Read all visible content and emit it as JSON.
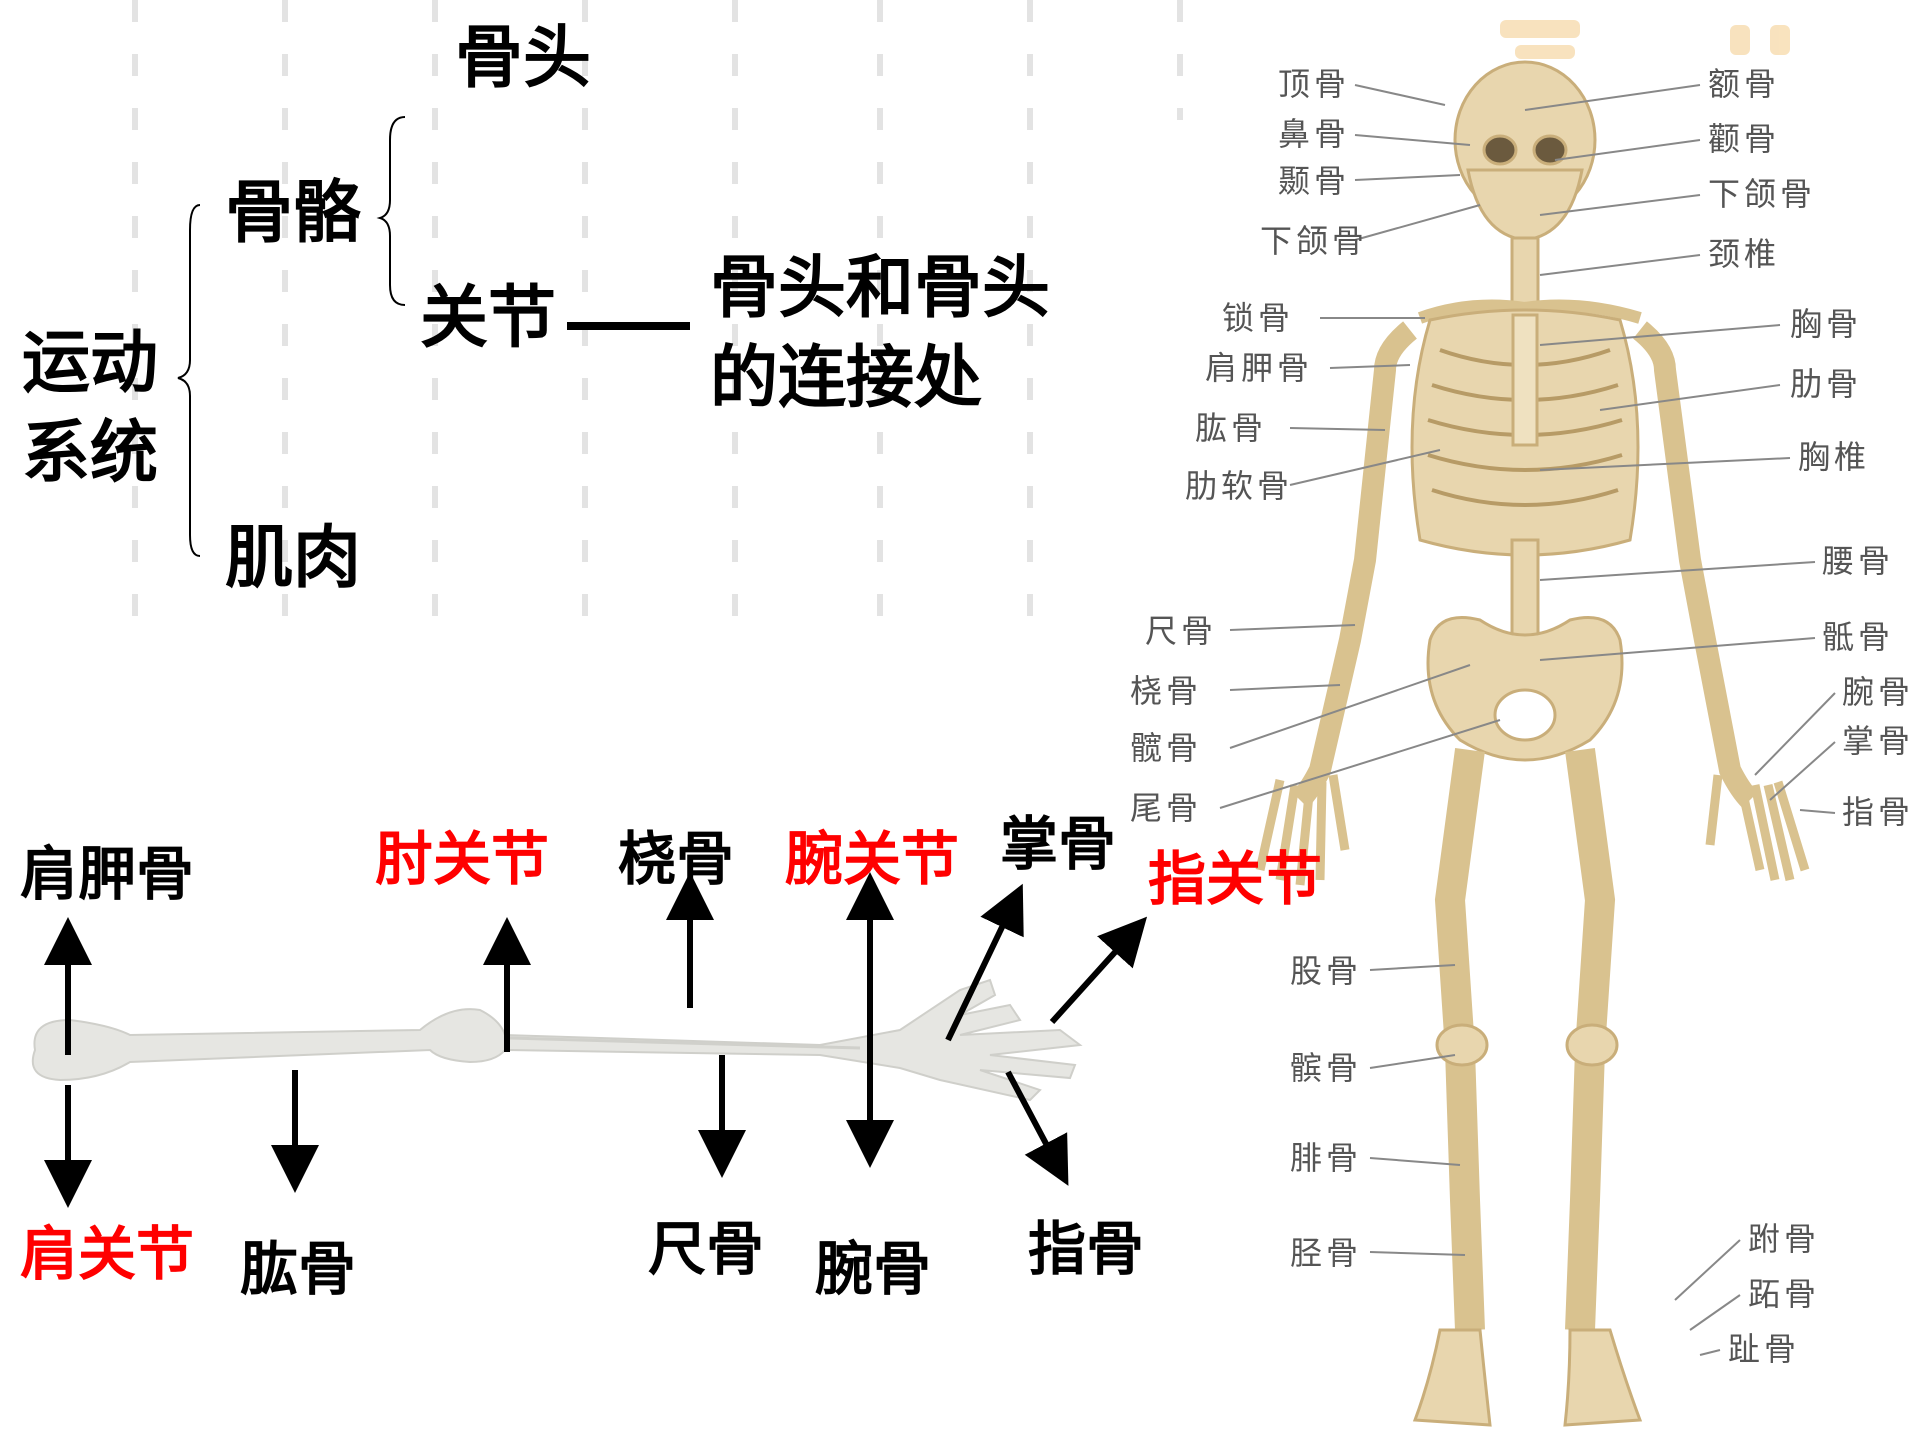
{
  "concept_map": {
    "root": "运动系统",
    "root_line1": "运动",
    "root_line2": "系统",
    "skeleton": "骨骼",
    "muscle": "肌肉",
    "bone": "骨头",
    "joint": "关节",
    "joint_def_line1": "骨头和骨头",
    "joint_def_line2": "的连接处"
  },
  "arm_labels": {
    "scapula": "肩胛骨",
    "shoulder_joint": "肩关节",
    "humerus": "肱骨",
    "elbow_joint": "肘关节",
    "radius": "桡骨",
    "ulna": "尺骨",
    "wrist_joint": "腕关节",
    "carpal": "腕骨",
    "metacarpal": "掌骨",
    "finger_joint": "指关节",
    "phalanges": "指骨"
  },
  "skeleton_labels": {
    "left": [
      "顶骨",
      "鼻骨",
      "颞骨",
      "下颌骨",
      "锁骨",
      "肩胛骨",
      "肱骨",
      "肋软骨",
      "尺骨",
      "桡骨",
      "髋骨",
      "尾骨",
      "股骨",
      "髌骨",
      "腓骨",
      "胫骨"
    ],
    "right": [
      "额骨",
      "颧骨",
      "下颌骨",
      "颈椎",
      "胸骨",
      "肋骨",
      "胸椎",
      "腰骨",
      "骶骨",
      "腕骨",
      "掌骨",
      "指骨",
      "跗骨",
      "跖骨",
      "趾骨"
    ]
  },
  "colors": {
    "text": "#000000",
    "highlight": "#ff0000",
    "bone": "#e8d6ae",
    "bone_dark": "#c9ae7a",
    "arm_bone": "#e6e6e2",
    "grid": "#e3e3e3",
    "watermark": "#f7dcae"
  }
}
